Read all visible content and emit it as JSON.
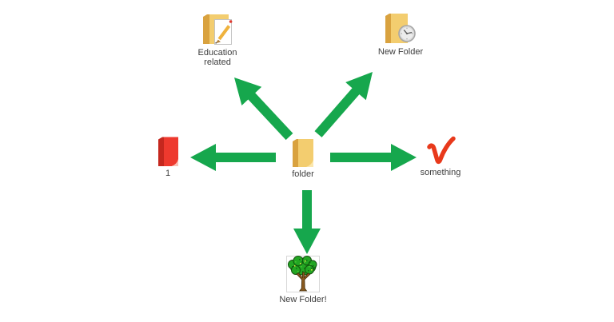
{
  "colors": {
    "background": "#ffffff",
    "arrow_green": "#16a74d",
    "label_text": "#3d3d3d",
    "folder_back": "#d9a23f",
    "folder_front": "#f3cd6f",
    "folder_notch": "#fbe7ad",
    "red_folder_back": "#c5271e",
    "red_folder_front": "#ee392e",
    "red_folder_notch": "#f9c0b6",
    "checkmark_red": "#e8391b",
    "clock_rim": "#a6a6a6",
    "clock_face": "#d9d9d9",
    "clock_hands": "#5f5f5f",
    "document_white": "#ffffff",
    "document_border": "#c4c4c4",
    "pencil_yellow": "#efb23d",
    "pencil_tip": "#b0803f",
    "red_dot": "#e03a2f",
    "tree_green": "#23a623",
    "tree_green_dark": "#0d6d0d",
    "tree_green_light": "#46cc33",
    "tree_yellow": "#e9e542",
    "tree_trunk": "#8a5a20",
    "tree_outline": "#14520f",
    "tree_box_border": "#d8d8d8"
  },
  "nodes": {
    "center": {
      "label": "folder",
      "icon": "yellow-folder-icon"
    },
    "top_left": {
      "label": "Education related",
      "icon": "folder-with-document-pencil-icon"
    },
    "top_right": {
      "label": "New Folder",
      "icon": "folder-with-clock-icon"
    },
    "left": {
      "label": "1",
      "icon": "red-folder-icon"
    },
    "right": {
      "label": "something",
      "icon": "red-checkmark-icon"
    },
    "bottom": {
      "label": "New Folder!",
      "icon": "pixel-tree-icon"
    }
  },
  "arrows": [
    {
      "name": "center-to-top-left"
    },
    {
      "name": "center-to-top-right"
    },
    {
      "name": "center-to-left"
    },
    {
      "name": "center-to-right"
    },
    {
      "name": "center-to-bottom"
    }
  ]
}
